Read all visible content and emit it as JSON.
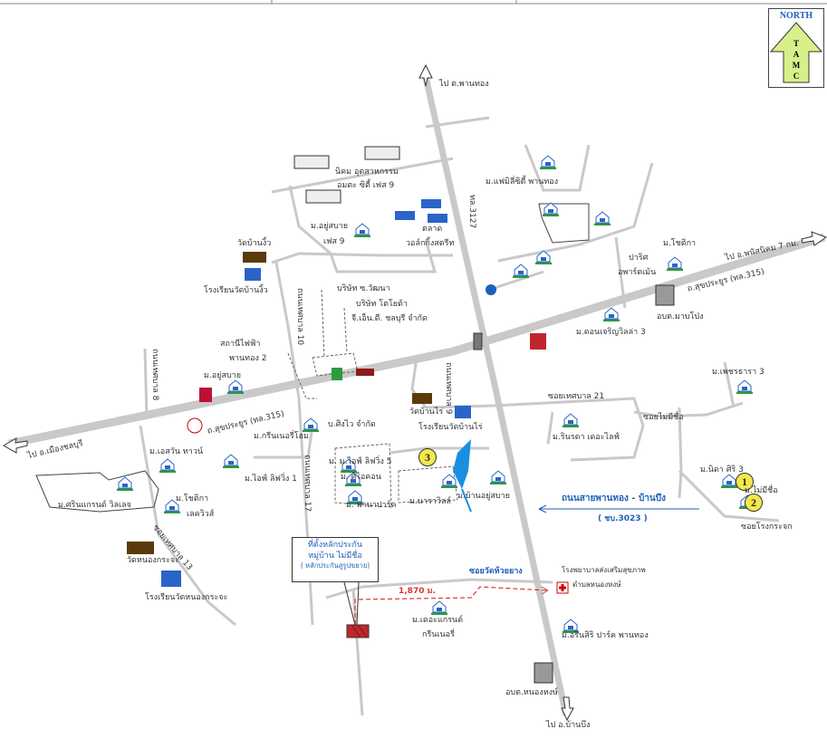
{
  "compass": {
    "label": "NORTH",
    "letters": [
      "T",
      "A",
      "M",
      "C"
    ]
  },
  "labels": {
    "to_phanthong": "ไป ต.พานทอง",
    "estate1": "นิคม อุตสาหกรรม",
    "estate2": "อมตะ ซิตี้ เฟส 9",
    "family_city": "ม.แฟมิลี่ซิตี้ พานทอง",
    "route3127": "ทล.3127",
    "yusabai9_a": "ม.อยู่สบาย",
    "yusabai9_b": "เฟส 9",
    "market_a": "ตลาด",
    "market_b": "วอล์กกิ้งสตรีท",
    "wat_ban_ngio": "วัดบ้านงิ้ว",
    "school_ban_ngio": "โรงเรียนวัดบ้านงิ้ว",
    "paris_a": "ปาริศ",
    "paris_b": "อพาร์ตเม้น",
    "chotika_n": "ม.โชติกา",
    "to_phanat": "ไป อ.พนัสนิคม 7 กม.",
    "sukprayoon_e": "ถ.สุขประยูร (ทล.315)",
    "abt_mabpong": "อบต.มาบโป่ง",
    "don_charoen": "ม.ดอนเจริญวิลล่า 3",
    "co_wattana": "บริษัท ซ.วัฒนา",
    "co_toyota_a": "บริษัท โตโยต้า",
    "co_toyota_b": "จี.เอ็น.ดี. ชลบุรี จำกัด",
    "tesaban10": "ถนนเทศบาล 10",
    "substation_a": "สถานีไฟฟ้า",
    "substation_b": "พานทอง 2",
    "yusabai": "ม.อยู่สบาย",
    "tesaban8": "ถนนเทศบาล 8",
    "sukprayoon_w": "ถ.สุขประยูร (ทล.315)",
    "to_mueang": "ไป อ.เมืองชลบุรี",
    "singwai": "บ.ศิงไว จำกัด",
    "greenery_home": "ม.กรีนเนอรี่โฮม",
    "wat_ban_rai": "วัดบ้านไร่",
    "tesaban9": "ถนนเทศบาล 9",
    "school_ban_rai": "โรงเรียนวัดบ้านไร่",
    "soi21": "ซอยเทศบาล 21",
    "rinrada": "ม.รินรดา เดอะไลฟ์",
    "soi_noname": "ซอยไม่มีชื่อ",
    "phetthara": "ม.เพชรธารา 3",
    "s1_town": "ม.เอสวัน ทาวน์",
    "srin_grand": "ม.ศรินแกรนด์ วิลเลจ",
    "chotika_lake_a": "ม.โชติกา",
    "chotika_lake_b": "เลควิวส์",
    "ive_living1": "ม.ไอฟ์ ลิฟวิ่ง 1",
    "tesaban17": "ถนนเทศบาล 17",
    "ive_living5": "ม. ม.ไอฟ์ ลิฟวิ่ง 5",
    "si_icon": "ม. ศิไอคอน",
    "pana_park": "ม. พานาปาร์ค",
    "nara_ville": "ม.นาราวิลล์",
    "ban_yusabai": "ม.บ้านอยู่สบาย",
    "nida_siri": "ม.นิดา ศิริ 3",
    "no_name_village": "ม.ไม่มีชื่อ",
    "soi_glass": "ซอยโรงกระจก",
    "road_name": "ถนนสายพานทอง - บ้านบึง",
    "road_code": "( ชบ.3023 )",
    "wat_nong_kraja": "วัดหนองกระจะ",
    "soi13": "ซอยเทศบาล 13",
    "school_nong_kraja": "โรงเรียนวัดหนองกระจะ",
    "soi_huai_yang": "ซอยวัดห้วยยาง",
    "distance": "1,870 ม.",
    "hospital_a": "โรงพยาบาลส่งเสริมสุขภาพ",
    "hospital_b": "ตำบลหนองหงษ์",
    "grand_a": "ม.เดอะแกรนด์",
    "grand_b": "กรีนเนอรี่",
    "arin_siri": "ม.อรินสิริ ปาร์ค พานทอง",
    "abt_nonghong": "อบต.หนองหงษ์",
    "to_banbueng": "ไป อ.บ้านบึง"
  },
  "callout": {
    "line1": "ที่ตั้งหลักประกัน",
    "line2": "หมู่บ้าน ไม่มีชื่อ",
    "line3": "( หลักประกันสูรูปขยาย)"
  },
  "markers": [
    "1",
    "2",
    "3"
  ],
  "colors": {
    "road": "#c9c9c9",
    "house_green": "#2e9a3c",
    "house_blue": "#2a64c8",
    "highlight": "#f3e84a",
    "water": "#1a8fe0",
    "route_red": "#d33"
  }
}
